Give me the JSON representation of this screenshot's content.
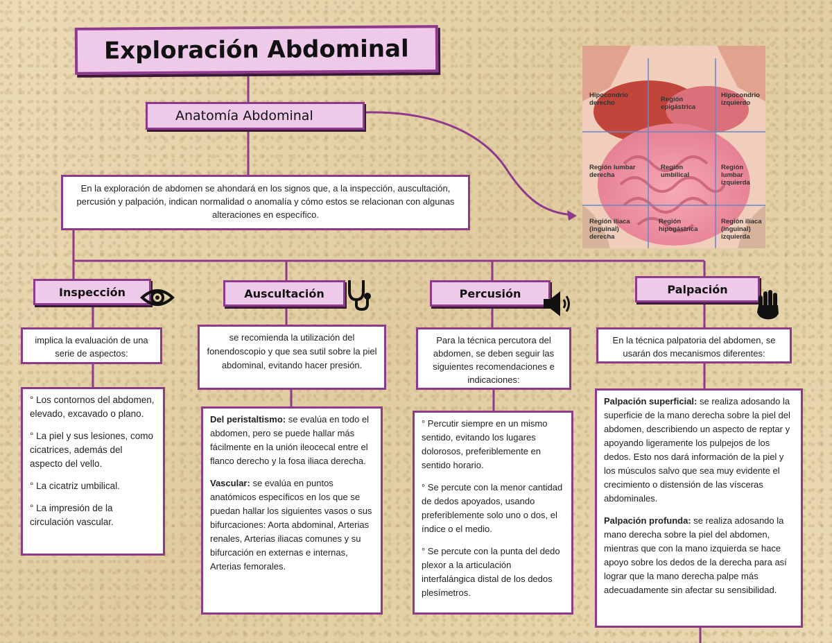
{
  "title": "Exploración Abdominal",
  "subtitle": "Anatomía Abdominal",
  "intro": "En la exploración de abdomen se ahondará en los signos que, a la inspección, auscultación, percusión y palpación, indican normalidad o anomalía y cómo estos se relacionan con algunas alteraciones en específico.",
  "figure": {
    "regions": [
      {
        "line1": "Hipocondrio",
        "line2": "derecho"
      },
      {
        "line1": "Región",
        "line2": "epigástrica"
      },
      {
        "line1": "Hipocondrio",
        "line2": "izquierdo"
      },
      {
        "line1": "Región lumbar",
        "line2": "derecha"
      },
      {
        "line1": "Región",
        "line2": "umbilical"
      },
      {
        "line1": "Región lumbar",
        "line2": "izquierda"
      },
      {
        "line1": "Región ilíaca",
        "line2": "(inguinal)",
        "line3": "derecha"
      },
      {
        "line1": "Región",
        "line2": "hipogástrica"
      },
      {
        "line1": "Región ilíaca",
        "line2": "(inguinal)",
        "line3": "izquierda"
      }
    ]
  },
  "sections": {
    "inspeccion": {
      "title": "Inspección",
      "desc": "implica la evaluación de una serie de aspectos:",
      "items": [
        "° Los contornos del abdomen, elevado, excavado o plano.",
        "° La piel y sus lesiones, como cicatrices, además del aspecto del vello.",
        "° La cicatriz umbilical.",
        "° La impresión de la circulación vascular."
      ]
    },
    "auscultacion": {
      "title": "Auscultación",
      "desc": "se recomienda la utilización del fonendoscopio y que sea sutil sobre la piel abdominal, evitando hacer presión.",
      "items": [
        {
          "label": "Del peristaltismo:",
          "text": " se evalúa en todo el abdomen, pero se puede hallar más fácilmente en la unión ileocecal entre el flanco derecho y la fosa iliaca derecha."
        },
        {
          "label": "Vascular:",
          "text": " se evalúa en puntos anatómicos específicos en los que se puedan hallar los siguientes vasos o sus bifurcaciones: Aorta abdominal, Arterias renales, Arterias iliacas comunes y su bifurcación en externas e internas, Arterias femorales."
        }
      ]
    },
    "percusion": {
      "title": "Percusión",
      "desc": "Para la técnica percutora del abdomen, se deben seguir las siguientes recomendaciones e indicaciones:",
      "items": [
        "° Percutir siempre en un mismo sentido, evitando los lugares dolorosos, preferiblemente en sentido horario.",
        "° Se percute con la menor cantidad de dedos apoyados, usando preferiblemente solo uno o dos, el índice o el medio.",
        "° Se percute con la punta del dedo plexor a la articulación interfalángica distal de los dedos plesímetros."
      ]
    },
    "palpacion": {
      "title": "Palpación",
      "desc": "En la técnica palpatoria del abdomen, se usarán dos mecanismos diferentes:",
      "items": [
        {
          "label": "Palpación superficial:",
          "text": " se realiza adosando la superficie de la mano derecha sobre la piel del abdomen, describiendo un aspecto de reptar y apoyando ligeramente los pulpejos de los dedos. Esto nos dará información de la piel y los músculos salvo que sea muy evidente el crecimiento o distensión de las vísceras abdominales."
        },
        {
          "label": "Palpación profunda:",
          "text": " se realiza adosando la mano derecha sobre la piel del abdomen, mientras que con la mano izquierda se hace apoyo sobre los dedos de la derecha para así lograr que la mano derecha palpe más adecuadamente sin afectar su sensibilidad."
        }
      ]
    }
  },
  "colors": {
    "border": "#8e3a8c",
    "pink": "#efc9ea",
    "shadow": "#3b1838"
  },
  "icons": [
    "eye-icon",
    "stethoscope-icon",
    "speaker-icon",
    "hand-icon",
    "arrow-icon"
  ]
}
